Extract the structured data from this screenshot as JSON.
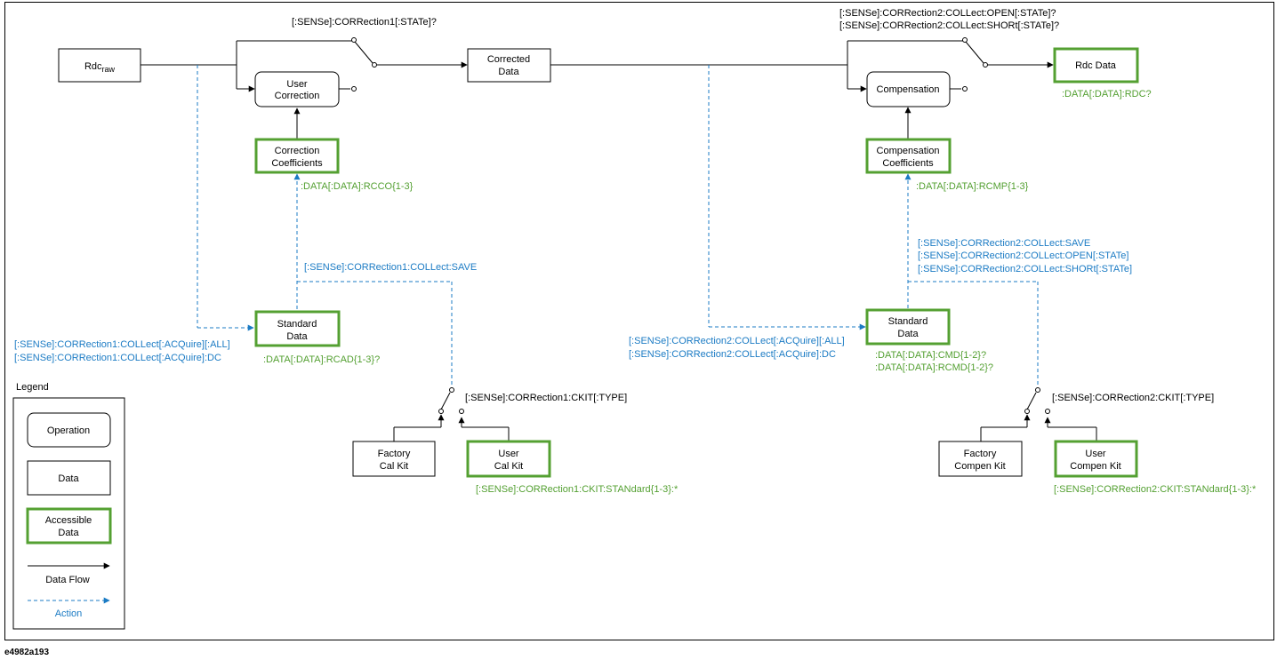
{
  "blocks": {
    "rdc_raw": {
      "main": "Rdc",
      "sub": "raw"
    },
    "user_correction": [
      "User",
      "Correction"
    ],
    "corrected_data": [
      "Corrected",
      "Data"
    ],
    "compensation": "Compensation",
    "rdc_data": "Rdc Data",
    "correction_coefficients": [
      "Correction",
      "Coefficients"
    ],
    "compensation_coefficients": [
      "Compensation",
      "Coefficients"
    ],
    "standard_data_1": [
      "Standard",
      "Data"
    ],
    "standard_data_2": [
      "Standard",
      "Data"
    ],
    "factory_cal_kit": [
      "Factory",
      "Cal Kit"
    ],
    "user_cal_kit": [
      "User",
      "Cal Kit"
    ],
    "factory_compen_kit": [
      "Factory",
      "Compen Kit"
    ],
    "user_compen_kit": [
      "User",
      "Compen Kit"
    ]
  },
  "commands": {
    "corr1_state": "[:SENSe]:CORRection1[:STATe]?",
    "corr2_open_short": [
      "[:SENSe]:CORRection2:COLLect:OPEN[:STATe]?",
      "[:SENSe]:CORRection2:COLLect:SHORt[:STATe]?"
    ],
    "data_rdc": ":DATA[:DATA]:RDC?",
    "data_rcco": ":DATA[:DATA]:RCCO{1-3}",
    "data_rcmp": ":DATA[:DATA]:RCMP{1-3}",
    "corr1_save": "[:SENSe]:CORRection1:COLLect:SAVE",
    "corr2_save": [
      "[:SENSe]:CORRection2:COLLect:SAVE",
      "[:SENSe]:CORRection2:COLLect:OPEN[:STATe]",
      "[:SENSe]:CORRection2:COLLect:SHORt[:STATe]"
    ],
    "corr1_acquire": [
      "[:SENSe]:CORRection1:COLLect[:ACQuire][:ALL]",
      "[:SENSe]:CORRection1:COLLect[:ACQuire]:DC"
    ],
    "corr2_acquire": [
      "[:SENSe]:CORRection2:COLLect[:ACQuire][:ALL]",
      "[:SENSe]:CORRection2:COLLect[:ACQuire]:DC"
    ],
    "data_rcad": ":DATA[:DATA]:RCAD{1-3}?",
    "data_cmd_rcmd": [
      ":DATA[:DATA]:CMD{1-2}?",
      ":DATA[:DATA]:RCMD{1-2}?"
    ],
    "corr1_ckit": "[:SENSe]:CORRection1:CKIT[:TYPE]",
    "corr2_ckit": "[:SENSe]:CORRection2:CKIT[:TYPE]",
    "corr1_ckit_std": "[:SENSe]:CORRection1:CKIT:STANdard{1-3}:*",
    "corr2_ckit_std": "[:SENSe]:CORRection2:CKIT:STANdard{1-3}:*"
  },
  "legend": {
    "title": "Legend",
    "operation": "Operation",
    "data": "Data",
    "accessible": [
      "Accessible",
      "Data"
    ],
    "data_flow": "Data Flow",
    "action": "Action"
  },
  "figure_id": "e4982a193",
  "colors": {
    "action": "#1b7bc4",
    "accessible": "#54a032",
    "flow": "#000000"
  }
}
